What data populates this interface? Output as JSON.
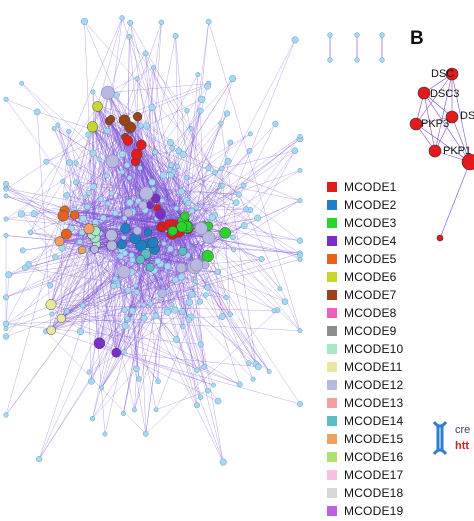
{
  "panel_b": {
    "label": "B",
    "node_labels": [
      "DSC",
      "DSC3",
      "DS",
      "PKP3",
      "PKP1"
    ]
  },
  "legend": {
    "items": [
      {
        "label": "MCODE1",
        "color": "#e41a1c"
      },
      {
        "label": "MCODE2",
        "color": "#1f7fc4"
      },
      {
        "label": "MCODE3",
        "color": "#2bd42b"
      },
      {
        "label": "MCODE4",
        "color": "#7b2fc9"
      },
      {
        "label": "MCODE5",
        "color": "#e8621c"
      },
      {
        "label": "MCODE6",
        "color": "#c9d62a"
      },
      {
        "label": "MCODE7",
        "color": "#98431a"
      },
      {
        "label": "MCODE8",
        "color": "#f05ec0"
      },
      {
        "label": "MCODE9",
        "color": "#8c8c8c"
      },
      {
        "label": "MCODE10",
        "color": "#a8e8c8"
      },
      {
        "label": "MCODE11",
        "color": "#e8e8a0"
      },
      {
        "label": "MCODE12",
        "color": "#b8b8e0"
      },
      {
        "label": "MCODE13",
        "color": "#f2a0a0"
      },
      {
        "label": "MCODE14",
        "color": "#5cbcc8"
      },
      {
        "label": "MCODE15",
        "color": "#f0a060"
      },
      {
        "label": "MCODE16",
        "color": "#b0e070"
      },
      {
        "label": "MCODE17",
        "color": "#f8c0e0"
      },
      {
        "label": "MCODE18",
        "color": "#d8d8d8"
      },
      {
        "label": "MCODE19",
        "color": "#c060e0"
      }
    ]
  },
  "watermark": {
    "line1": "cre",
    "line2": "htt"
  },
  "colors": {
    "edge": "#7a4fd6",
    "background_node": "#a8d8f0",
    "background_node_stroke": "#5a9cc8",
    "panel_b_node": "#e41a1c"
  }
}
